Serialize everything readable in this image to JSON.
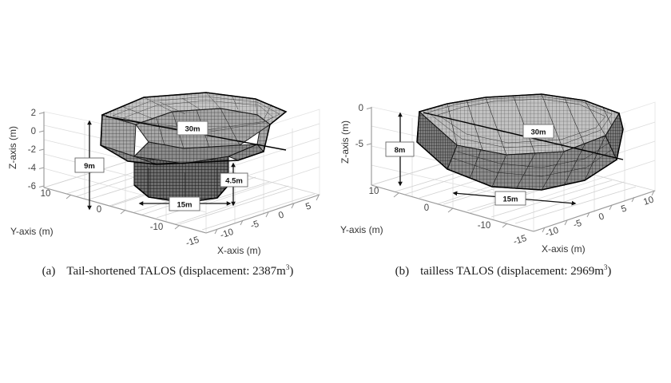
{
  "figure": {
    "background": "#ffffff",
    "panels": [
      {
        "id": "a",
        "caption_label": "(a)",
        "caption_text": "Tail-shortened TALOS (displacement: 2387m",
        "caption_sup": "3",
        "caption_close": ")",
        "axes": {
          "x_label": "X-axis (m)",
          "y_label": "Y-axis (m)",
          "z_label": "Z-axis (m)",
          "x_ticks": [
            "-15",
            "-10",
            "-5",
            "0",
            "5"
          ],
          "y_ticks": [
            "10",
            "0",
            "-10"
          ],
          "z_ticks": [
            "2",
            "0",
            "-2",
            "-4",
            "-6"
          ]
        },
        "annotations": [
          {
            "name": "beam-dimension",
            "text": "30m"
          },
          {
            "name": "height-dimension",
            "text": "9m"
          },
          {
            "name": "draft-dimension",
            "text": "4.5m"
          },
          {
            "name": "width-dimension",
            "text": "15m"
          }
        ]
      },
      {
        "id": "b",
        "caption_label": "(b)",
        "caption_text": "tailless TALOS (displacement: 2969m",
        "caption_sup": "3",
        "caption_close": ")",
        "axes": {
          "x_label": "X-axis (m)",
          "y_label": "Y-axis (m)",
          "z_label": "Z-axis (m)",
          "x_ticks": [
            "-15",
            "-10",
            "-5",
            "0",
            "5",
            "10"
          ],
          "y_ticks": [
            "10",
            "0",
            "-10"
          ],
          "z_ticks": [
            "0",
            "-5"
          ]
        },
        "annotations": [
          {
            "name": "beam-dimension",
            "text": "30m"
          },
          {
            "name": "height-dimension",
            "text": "8m"
          },
          {
            "name": "width-dimension",
            "text": "15m"
          }
        ]
      }
    ]
  },
  "chart_data": {
    "type": "scatter",
    "title": "",
    "subtitle": "",
    "plots": [
      {
        "name": "Tail-shortened TALOS",
        "kind": "3d-mesh-surface",
        "xlabel": "X-axis (m)",
        "ylabel": "Y-axis (m)",
        "zlabel": "Z-axis (m)",
        "xlim": [
          -18,
          8
        ],
        "ylim": [
          -14,
          14
        ],
        "zlim": [
          -7,
          3
        ],
        "xticks": [
          -15,
          -10,
          -5,
          0,
          5
        ],
        "yticks": [
          10,
          0,
          -10
        ],
        "zticks": [
          2,
          0,
          -2,
          -4,
          -6
        ],
        "grid": true,
        "legend": "none",
        "displacement_m3": 2387,
        "dimensions": {
          "top_diameter_m": 30,
          "total_height_m": 9,
          "lower_hull_height_m": 4.5,
          "lower_hull_width_m": 15
        },
        "annotations": [
          "30m",
          "9m",
          "4.5m",
          "15m"
        ]
      },
      {
        "name": "tailless TALOS",
        "kind": "3d-mesh-surface",
        "xlabel": "X-axis (m)",
        "ylabel": "Y-axis (m)",
        "zlabel": "Z-axis (m)",
        "xlim": [
          -18,
          13
        ],
        "ylim": [
          -14,
          14
        ],
        "zlim": [
          -9,
          1
        ],
        "xticks": [
          -15,
          -10,
          -5,
          0,
          5,
          10
        ],
        "yticks": [
          10,
          0,
          -10
        ],
        "zticks": [
          0,
          -5
        ],
        "grid": true,
        "legend": "none",
        "displacement_m3": 2969,
        "dimensions": {
          "top_diameter_m": 30,
          "total_height_m": 8,
          "bottom_width_m": 15
        },
        "annotations": [
          "30m",
          "8m",
          "15m"
        ]
      }
    ]
  }
}
